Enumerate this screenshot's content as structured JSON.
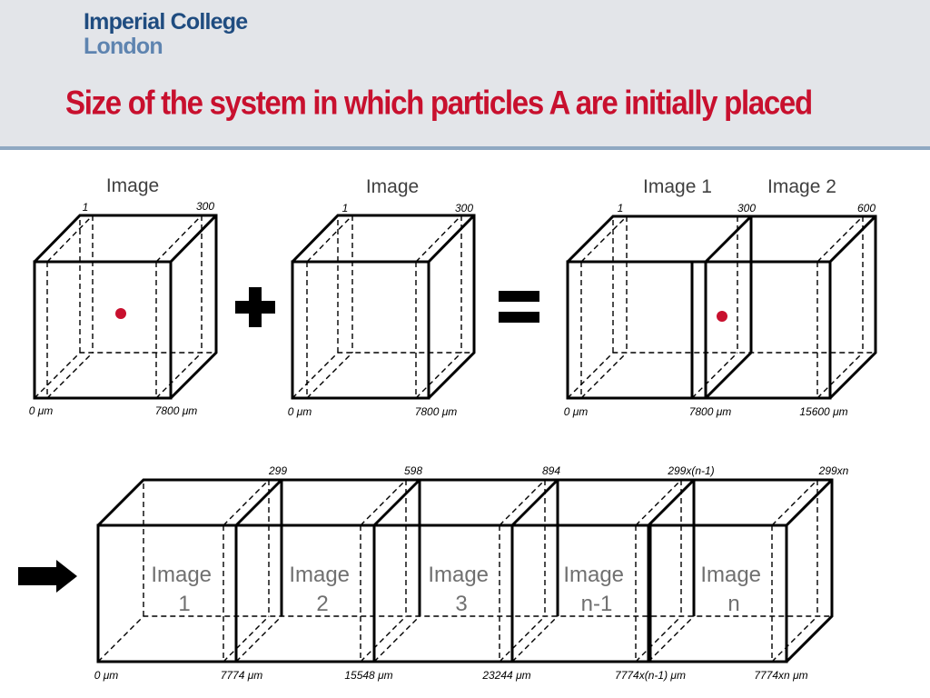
{
  "header": {
    "logo_line1": "Imperial College",
    "logo_line2": "London",
    "title": "Size of the system in which particles A are initially placed"
  },
  "top_row": {
    "cube1": {
      "label": "Image",
      "tick_start": "1",
      "tick_end": "300",
      "pos_start": "0 μm",
      "pos_end": "7800 μm"
    },
    "cube2": {
      "label": "Image",
      "tick_start": "1",
      "tick_end": "300",
      "pos_start": "0 μm",
      "pos_end": "7800 μm"
    },
    "combined": {
      "label1": "Image 1",
      "label2": "Image 2",
      "tick1": "1",
      "tick2": "300",
      "tick3": "600",
      "pos1": "0 μm",
      "pos2": "7800 μm",
      "pos3": "15600 μm"
    }
  },
  "bottom_row": {
    "images": [
      "Image\n1",
      "Image\n2",
      "Image\n3",
      "Image\nn-1",
      "Image\nn"
    ],
    "ticks": [
      "299",
      "598",
      "894",
      "299x(n-1)",
      "299xn"
    ],
    "positions": [
      "0 μm",
      "7774 μm",
      "15548 μm",
      "23244 μm",
      "7774x(n-1) μm",
      "7774xn μm"
    ]
  },
  "colors": {
    "title": "#c8102e",
    "particle": "#c8102e",
    "header_bg": "#e3e5e9"
  }
}
